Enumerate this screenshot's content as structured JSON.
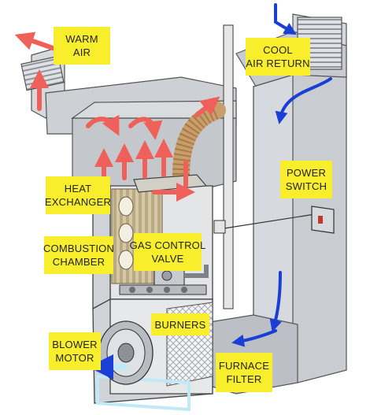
{
  "labels": {
    "warm_air": [
      "WARM",
      "AIR"
    ],
    "cool_air_return": [
      "COOL",
      "AIR RETURN"
    ],
    "power_switch": [
      "POWER",
      "SWITCH"
    ],
    "heat_exchanger": [
      "HEAT",
      "EXCHANGER"
    ],
    "combustion_chamber": [
      "COMBUSTION",
      "CHAMBER"
    ],
    "gas_control_valve": [
      "GAS CONTROL",
      "VALVE"
    ],
    "burners": [
      "BURNERS"
    ],
    "blower_motor": [
      "BLOWER",
      "MOTOR"
    ],
    "furnace_filter": [
      "FURNACE",
      "FILTER"
    ]
  },
  "colors": {
    "label_bg": "#f9ee2c",
    "warm_arrow": "#f0605a",
    "cool_arrow": "#1a3fd6",
    "duct": "#c9ccd1",
    "filter_light": "#bfe9f7"
  }
}
